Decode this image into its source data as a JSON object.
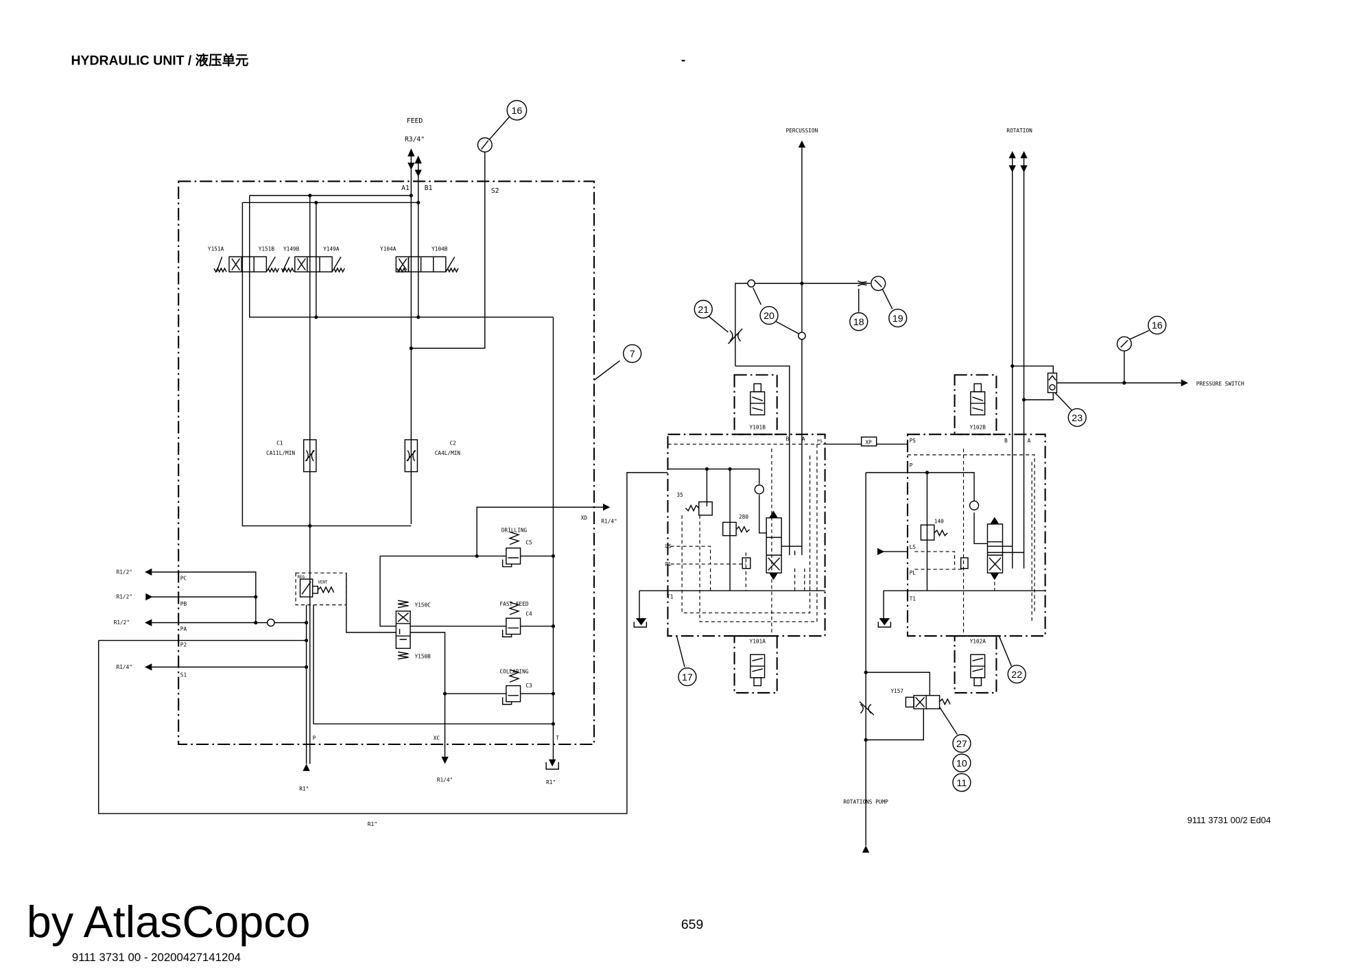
{
  "header": {
    "title": "HYDRAULIC UNIT / 液压单元",
    "separator": "-"
  },
  "feed_unit": {
    "feed_label": "FEED",
    "feed_size": "R3/4\"",
    "ports": {
      "a1": "A1",
      "b1": "B1",
      "s2": "S2",
      "pc": "PC",
      "pb": "PB",
      "pa": "PA",
      "p2": "P2",
      "s1": "S1",
      "p": "P",
      "xc": "XC",
      "t": "T",
      "xd": "XD"
    },
    "valves": {
      "y151a": "Y151A",
      "y151b": "Y151B",
      "y149b": "Y149B",
      "y149a": "Y149A",
      "y104a": "Y104A",
      "y104b": "Y104B",
      "y150c": "Y150C",
      "y150b": "Y150B"
    },
    "flow": {
      "c1": "C1",
      "c1_rate": "CA11L/MIN",
      "c2": "C2",
      "c2_rate": "CA4L/MIN"
    },
    "relief": {
      "drilling": "DRILLING",
      "c5": "C5",
      "fast_feed": "FAST FEED",
      "c4": "C4",
      "collaring": "COLLARING",
      "c3": "C3"
    },
    "reg_label": "REG",
    "vent_label": "VENT",
    "sizes": {
      "pc": "R1/2\"",
      "pb": "R1/2\"",
      "pa": "R1/2\"",
      "s1": "R1/4\"",
      "xd": "R1/4\"",
      "p": "R1\"",
      "xc": "R1/4\"",
      "t": "R1\"",
      "return": "R1\""
    }
  },
  "percussion_unit": {
    "label": "PERCUSSION",
    "b": "B",
    "a": "A",
    "ps": "PS",
    "xp": "XP",
    "relief_35": "35",
    "relief_280": "280",
    "ls": "LS",
    "pl": "PL",
    "t1": "T1",
    "y101b": "Y101B",
    "y101a": "Y101A"
  },
  "rotation_unit": {
    "label": "ROTATION",
    "pressure_switch": "PRESSURE SWITCH",
    "ps": "PS",
    "p": "P",
    "b": "B",
    "a": "A",
    "relief_140": "140",
    "ls": "LS",
    "pl": "PL",
    "t1": "T1",
    "y102b": "Y102B",
    "y102a": "Y102A",
    "y157": "Y157",
    "pump": "ROTATIONS PUMP"
  },
  "callouts": {
    "c16a": "16",
    "c7": "7",
    "c21": "21",
    "c20": "20",
    "c18": "18",
    "c19": "19",
    "c16b": "16",
    "c23": "23",
    "c17": "17",
    "c22": "22",
    "c27": "27",
    "c10": "10",
    "c11": "11"
  },
  "footer": {
    "doc_code": "9111 3731 00/2 Ed04",
    "watermark": "by AtlasCopco",
    "file_stamp": "9111 3731 00 - 20200427141204",
    "page_number": "659"
  }
}
